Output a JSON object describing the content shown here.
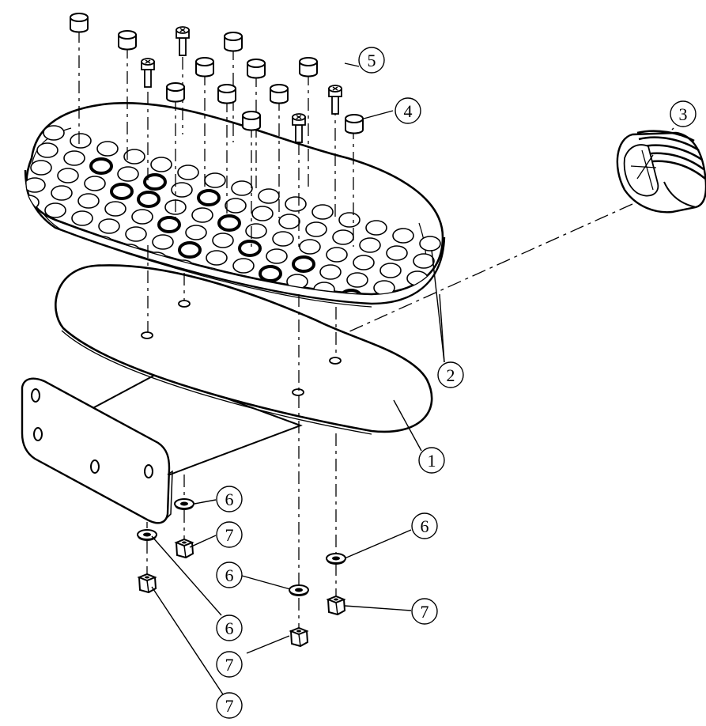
{
  "diagram": {
    "type": "exploded-assembly-drawing",
    "line_color": "#000000",
    "background": "#ffffff",
    "callouts": [
      {
        "id": "c1",
        "label": "1"
      },
      {
        "id": "c2",
        "label": "2"
      },
      {
        "id": "c3",
        "label": "3"
      },
      {
        "id": "c4",
        "label": "4"
      },
      {
        "id": "c5",
        "label": "5"
      },
      {
        "id": "c6a",
        "label": "6"
      },
      {
        "id": "c6b",
        "label": "6"
      },
      {
        "id": "c6c",
        "label": "6"
      },
      {
        "id": "c6d",
        "label": "6"
      },
      {
        "id": "c7a",
        "label": "7"
      },
      {
        "id": "c7b",
        "label": "7"
      },
      {
        "id": "c7c",
        "label": "7"
      },
      {
        "id": "c7d",
        "label": "7"
      }
    ],
    "parts": [
      {
        "callout": "1",
        "name": "base-plate"
      },
      {
        "callout": "2",
        "name": "perforated-foot-pad"
      },
      {
        "callout": "3",
        "name": "end-cap"
      },
      {
        "callout": "4",
        "name": "hole-plug"
      },
      {
        "callout": "5",
        "name": "screw"
      },
      {
        "callout": "6",
        "name": "washer"
      },
      {
        "callout": "7",
        "name": "nut"
      }
    ]
  }
}
